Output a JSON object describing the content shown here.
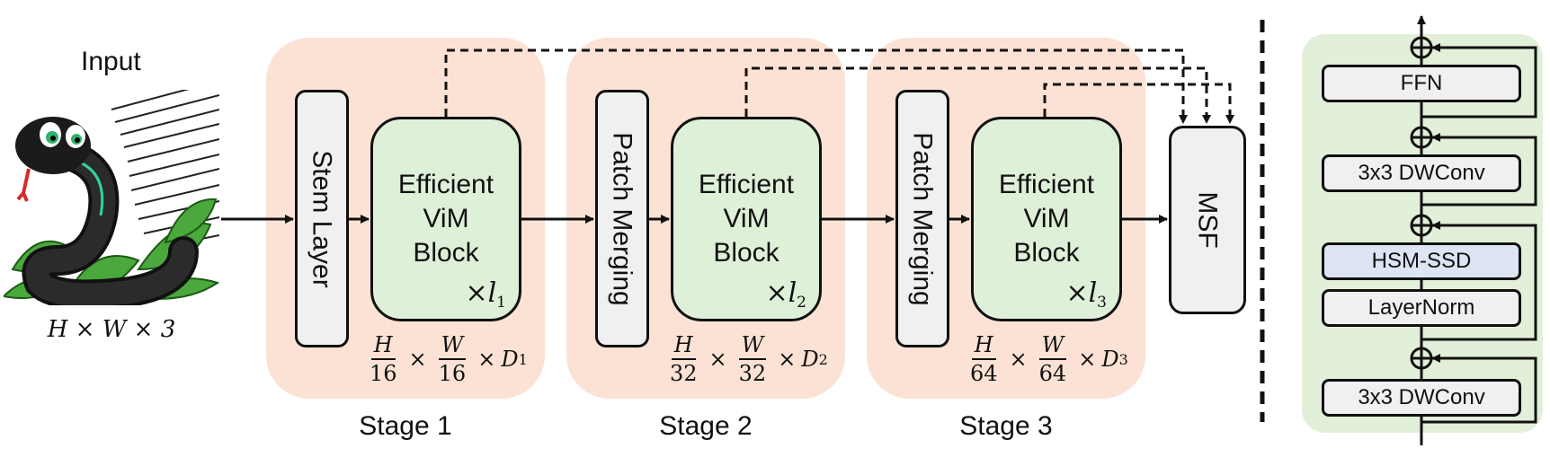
{
  "input": {
    "title": "Input",
    "dims_label": "H × W × 3"
  },
  "stages": [
    {
      "label": "Stage 1",
      "entry_box": "Stem Layer",
      "block_lines": [
        "Efficient",
        "ViM",
        "Block"
      ],
      "repeat": "×l",
      "repeat_sub": "1",
      "dims": {
        "h_num": "H",
        "h_den": "16",
        "w_num": "W",
        "w_den": "16",
        "d": "D",
        "d_sub": "1"
      }
    },
    {
      "label": "Stage 2",
      "entry_box": "Patch Merging",
      "block_lines": [
        "Efficient",
        "ViM",
        "Block"
      ],
      "repeat": "×l",
      "repeat_sub": "2",
      "dims": {
        "h_num": "H",
        "h_den": "32",
        "w_num": "W",
        "w_den": "32",
        "d": "D",
        "d_sub": "2"
      }
    },
    {
      "label": "Stage 3",
      "entry_box": "Patch Merging",
      "block_lines": [
        "Efficient",
        "ViM",
        "Block"
      ],
      "repeat": "×l",
      "repeat_sub": "3",
      "dims": {
        "h_num": "H",
        "h_den": "64",
        "w_num": "W",
        "w_den": "64",
        "d": "D",
        "d_sub": "3"
      }
    }
  ],
  "msf": {
    "label": "MSF"
  },
  "block_detail": {
    "layers": [
      "FFN",
      "3x3 DWConv",
      "HSM-SSD",
      "LayerNorm",
      "3x3 DWConv"
    ]
  },
  "colors": {
    "stage_bg": "#fbe2d4",
    "block_fill": "#dff0d8",
    "panel_bg": "#e2efd9",
    "hsm_fill": "#dde4f3",
    "box_fill": "#f0f0f0"
  }
}
